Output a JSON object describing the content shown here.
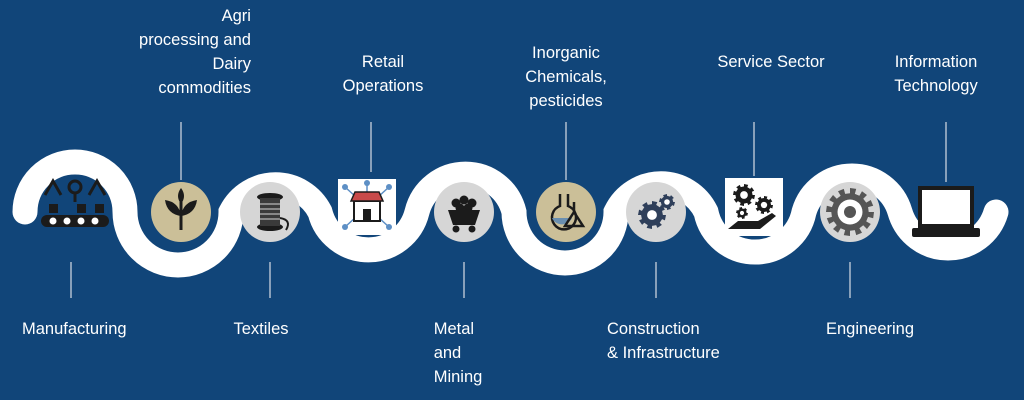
{
  "colors": {
    "background": "#114579",
    "wave": "#ffffff",
    "tan_disc": "#cbbf98",
    "grey_disc": "#d6d6d6",
    "icon": "#1b1b1b",
    "connector": "#d9dde6"
  },
  "stages": [
    {
      "label": "Manufacturing",
      "icon": "conveyor-belt-icon",
      "disc": "white-square"
    },
    {
      "label": "Agri\nprocessing and\nDairy\ncommodities",
      "icon": "sprout-icon",
      "disc": "tan"
    },
    {
      "label": "Textiles",
      "icon": "thread-spool-icon",
      "disc": "grey"
    },
    {
      "label": "Retail\nOperations",
      "icon": "storefront-network-icon",
      "disc": "white-square"
    },
    {
      "label": "Metal\nand\nMining",
      "icon": "mine-cart-icon",
      "disc": "grey"
    },
    {
      "label": "Inorganic\nChemicals,\npesticides",
      "icon": "lab-flasks-icon",
      "disc": "tan"
    },
    {
      "label": "Construction\n& Infrastructure",
      "icon": "gears-icon",
      "disc": "grey"
    },
    {
      "label": "Service Sector",
      "icon": "hand-gears-icon",
      "disc": "white-square"
    },
    {
      "label": "Engineering",
      "icon": "cog-icon",
      "disc": "grey"
    },
    {
      "label": "Information\nTechnology",
      "icon": "laptop-icon",
      "disc": "white-square"
    }
  ]
}
